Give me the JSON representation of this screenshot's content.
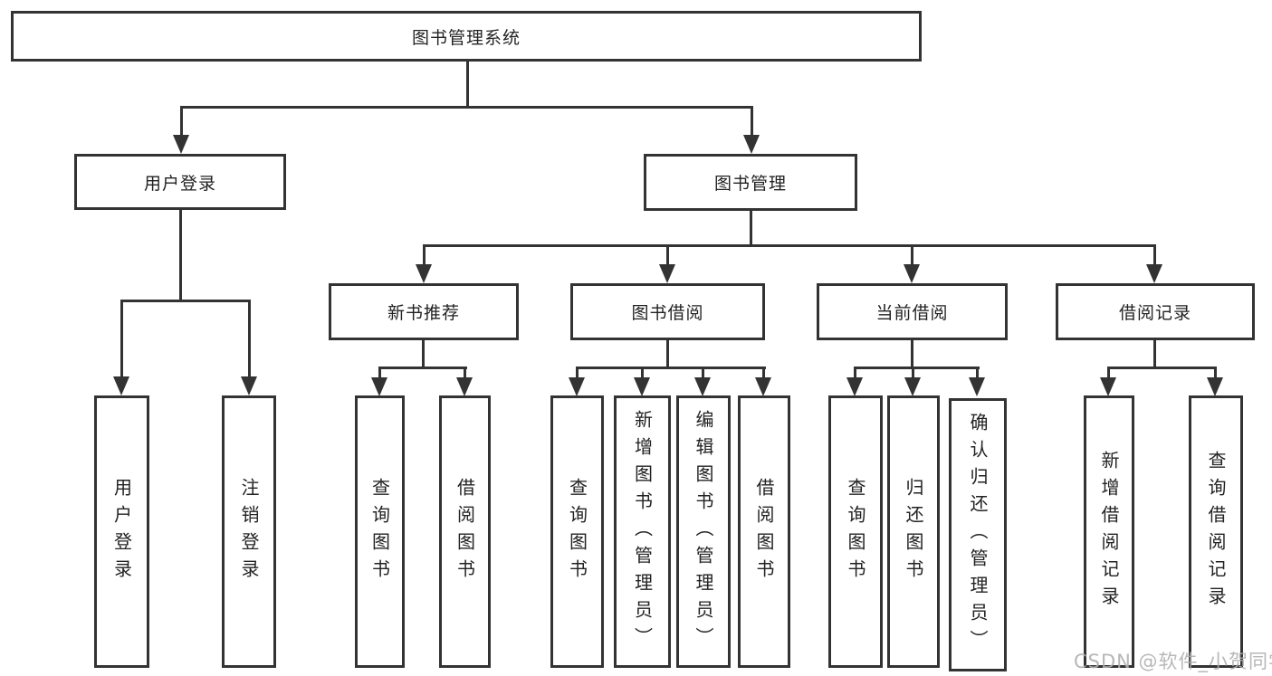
{
  "colors": {
    "line": "#333333",
    "box_background": "#ffffff",
    "text": "#222222",
    "watermark": "#afafaf"
  },
  "watermark": "CSDN @软件_小贺同学",
  "tree": {
    "root": {
      "label": "图书管理系统",
      "children": [
        {
          "label": "用户登录",
          "children": [
            {
              "label": "用户登录"
            },
            {
              "label": "注销登录"
            }
          ]
        },
        {
          "label": "图书管理",
          "children": [
            {
              "label": "新书推荐",
              "children": [
                {
                  "label": "查询图书"
                },
                {
                  "label": "借阅图书"
                }
              ]
            },
            {
              "label": "图书借阅",
              "children": [
                {
                  "label": "查询图书"
                },
                {
                  "label": "新增图书（管理员）"
                },
                {
                  "label": "编辑图书（管理员）"
                },
                {
                  "label": "借阅图书"
                }
              ]
            },
            {
              "label": "当前借阅",
              "children": [
                {
                  "label": "查询图书"
                },
                {
                  "label": "归还图书"
                },
                {
                  "label": "确认归还（管理员）"
                }
              ]
            },
            {
              "label": "借阅记录",
              "children": [
                {
                  "label": "新增借阅记录"
                },
                {
                  "label": "查询借阅记录"
                }
              ]
            }
          ]
        }
      ]
    }
  }
}
